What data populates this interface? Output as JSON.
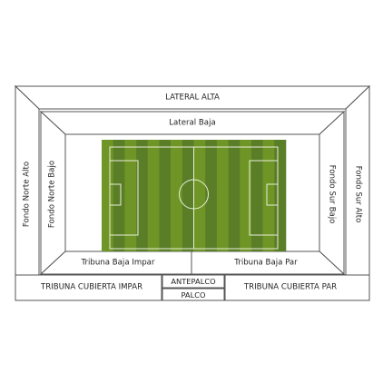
{
  "sections": {
    "lateral_alta": "LATERAL ALTA",
    "lateral_baja": "Lateral Baja",
    "fondo_norte_alto": "Fondo Norte Alto",
    "fondo_norte_bajo": "Fondo Norte Bajo",
    "fondo_sur_bajo": "Fondo Sur Bajo",
    "fondo_sur_alto": "Fondo Sur Alto",
    "tribuna_baja_impar": "Tribuna Baja Impar",
    "tribuna_baja_par": "Tribuna Baja Par",
    "tribuna_cubierta_impar": "TRIBUNA CUBIERTA IMPAR",
    "tribuna_cubierta_par": "TRIBUNA CUBIERTA PAR",
    "antepalco": "ANTEPALCO",
    "palco": "PALCO"
  },
  "pitch": {
    "stripe_light": "#6f9526",
    "stripe_dark": "#5a7d28",
    "line_color": "#e8f0d8"
  },
  "colors": {
    "stand_fill": "#ffffff",
    "stand_stroke": "#555555"
  }
}
